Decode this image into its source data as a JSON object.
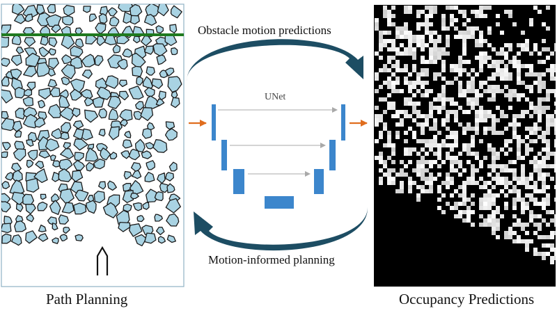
{
  "captions": {
    "left": "Path Planning",
    "right": "Occupancy Predictions"
  },
  "labels": {
    "top_arrow": "Obstacle motion predictions",
    "bottom_arrow": "Motion-informed planning",
    "network": "UNet"
  },
  "colors": {
    "obstacle_fill": "#a9d3e3",
    "obstacle_stroke": "#1a1a1a",
    "goal_line": "#1f7a1f",
    "curved_arrow": "#1d4d63",
    "unet_block": "#3c86cc",
    "skip_arrow": "#a9a9a9",
    "input_arrow": "#e06d1e",
    "occupancy_bg": "#000000",
    "occupancy_cell": "#ffffff"
  },
  "icons": {
    "robot": "robot-outline-icon"
  }
}
